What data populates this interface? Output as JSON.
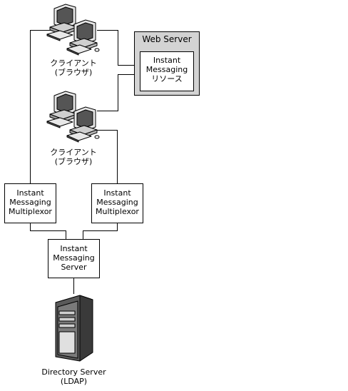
{
  "client_top": {
    "line1": "クライアント",
    "line2": "(ブラウザ)",
    "icon": "desktop-computers-icon"
  },
  "client_bottom": {
    "line1": "クライアント",
    "line2": "(ブラウザ)",
    "icon": "desktop-computers-icon"
  },
  "web_server": {
    "title": "Web Server",
    "resource": {
      "line1": "Instant",
      "line2": "Messaging",
      "line3": "リソース"
    }
  },
  "multiplexor_left": {
    "line1": "Instant",
    "line2": "Messaging",
    "line3": "Multiplexor"
  },
  "multiplexor_right": {
    "line1": "Instant",
    "line2": "Messaging",
    "line3": "Multiplexor"
  },
  "im_server": {
    "line1": "Instant",
    "line2": "Messaging",
    "line3": "Server"
  },
  "directory_server": {
    "line1": "Directory Server",
    "line2": "(LDAP)",
    "icon": "server-tower-icon"
  }
}
